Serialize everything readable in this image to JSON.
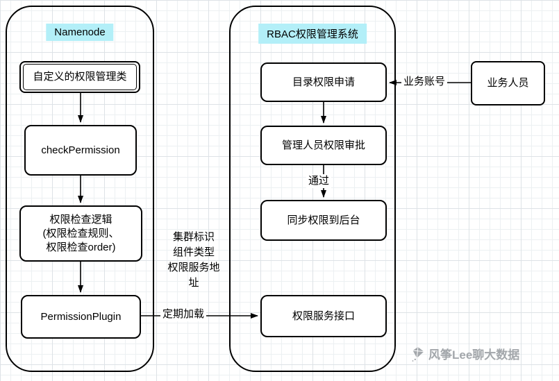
{
  "containers": {
    "namenode": {
      "title": "Namenode"
    },
    "rbac": {
      "title": "RBAC权限管理系统"
    }
  },
  "nodes": {
    "custom_perm_class": {
      "label": "自定义的权限管理类"
    },
    "check_permission": {
      "label": "checkPermission"
    },
    "perm_check_logic": {
      "label": "权限检查逻辑\n(权限检查规则、\n权限检查order)"
    },
    "permission_plugin": {
      "label": "PermissionPlugin"
    },
    "dir_perm_apply": {
      "label": "目录权限申请"
    },
    "admin_approval": {
      "label": "管理人员权限审批"
    },
    "sync_perm_backend": {
      "label": "同步权限到后台"
    },
    "perm_service_api": {
      "label": "权限服务接口"
    },
    "business_user": {
      "label": "业务人员"
    }
  },
  "edge_labels": {
    "business_account": "业务账号",
    "pass": "通过",
    "periodic_load": "定期加载",
    "service_info": "集群标识\n组件类型\n权限服务地\n址"
  },
  "watermark": {
    "text": "风筝Lee聊大数据"
  },
  "colors": {
    "title_highlight": "#b3eff8",
    "node_border": "#000000",
    "grid_line_minor": "#ecf0f2",
    "grid_line_major": "#dde2e6",
    "watermark_gray": "#a3a7ab"
  }
}
